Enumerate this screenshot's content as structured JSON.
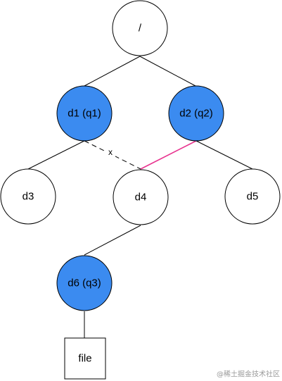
{
  "colors": {
    "highlight_fill": "#3b8bf0",
    "plain_fill": "#ffffff",
    "stroke": "#000000",
    "pink_edge": "#e8338f"
  },
  "nodes": {
    "root": {
      "label": "/",
      "highlighted": false
    },
    "d1": {
      "label": "d1 (q1)",
      "highlighted": true
    },
    "d2": {
      "label": "d2 (q2)",
      "highlighted": true
    },
    "d3": {
      "label": "d3",
      "highlighted": false
    },
    "d4": {
      "label": "d4",
      "highlighted": false
    },
    "d5": {
      "label": "d5",
      "highlighted": false
    },
    "d6": {
      "label": "d6 (q3)",
      "highlighted": true
    },
    "file": {
      "label": "file",
      "highlighted": false
    }
  },
  "edges": [
    {
      "from": "root",
      "to": "d1",
      "style": "solid"
    },
    {
      "from": "root",
      "to": "d2",
      "style": "solid"
    },
    {
      "from": "d1",
      "to": "d3",
      "style": "solid"
    },
    {
      "from": "d1",
      "to": "d4",
      "style": "dashed"
    },
    {
      "from": "d2",
      "to": "d4",
      "style": "pink"
    },
    {
      "from": "d2",
      "to": "d5",
      "style": "solid"
    },
    {
      "from": "d4",
      "to": "d6",
      "style": "solid"
    },
    {
      "from": "d6",
      "to": "file",
      "style": "solid"
    }
  ],
  "broken_edge_marker": "x",
  "watermark": "@稀土掘金技术社区"
}
